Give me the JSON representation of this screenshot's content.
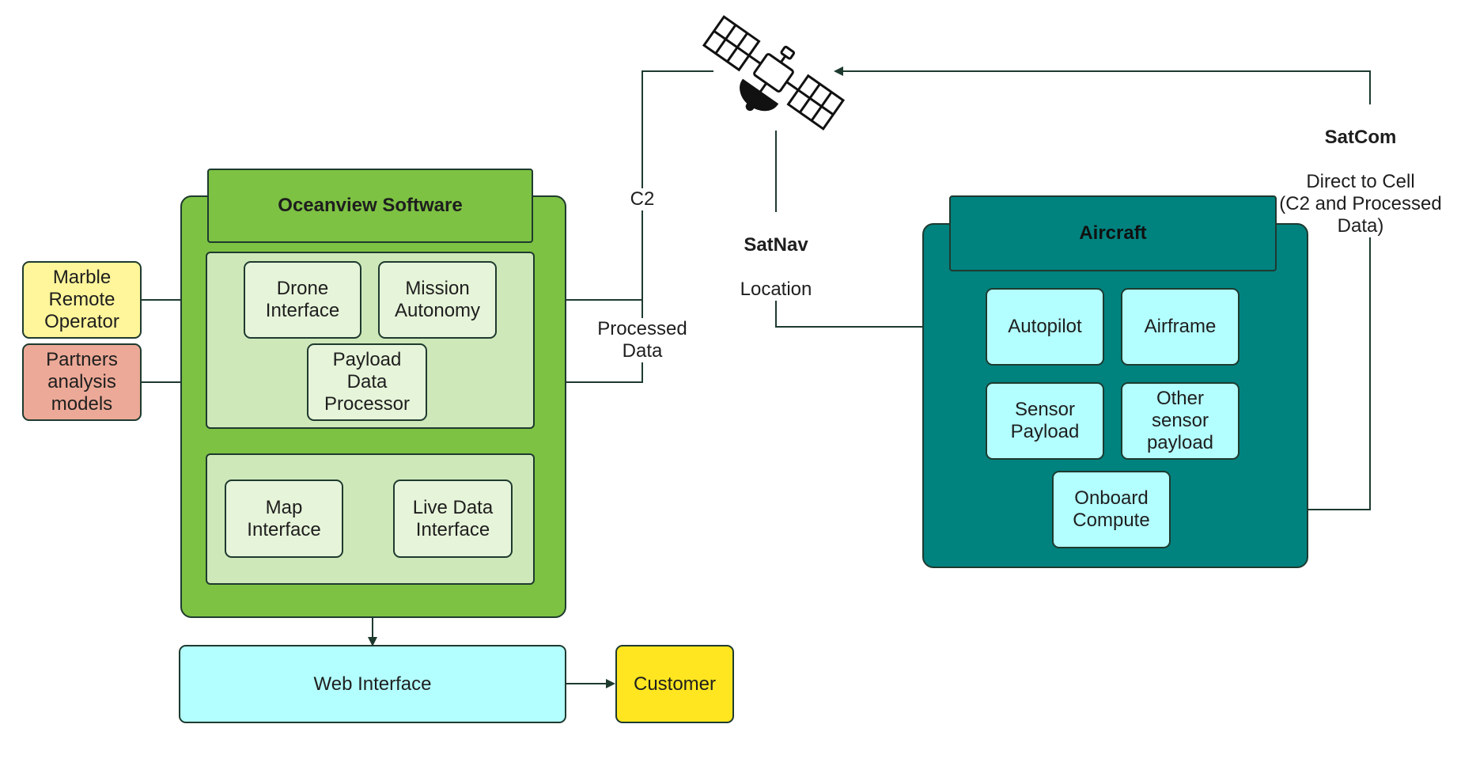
{
  "software": {
    "title": "Oceanview Software",
    "drone_interface": "Drone\nInterface",
    "mission_autonomy": "Mission\nAutonomy",
    "payload_processor": "Payload\nData\nProcessor",
    "map_interface": "Map\nInterface",
    "live_data_interface": "Live Data\nInterface"
  },
  "inputs": {
    "operator": "Marble\nRemote\nOperator",
    "partners": "Partners\nanalysis\nmodels"
  },
  "web_interface": "Web Interface",
  "customer": "Customer",
  "links": {
    "c2": "C2",
    "processed_data": "Processed\nData",
    "satnav_title": "SatNav",
    "satnav_sub": "Location",
    "satcom_title": "SatCom",
    "satcom_sub": "Direct to Cell\n(C2 and Processed Data)"
  },
  "aircraft": {
    "title": "Aircraft",
    "autopilot": "Autopilot",
    "airframe": "Airframe",
    "sensor_payload": "Sensor\nPayload",
    "other_sensor": "Other\nsensor\npayload",
    "onboard_compute": "Onboard\nCompute"
  },
  "icons": {
    "satellite": "satellite-icon"
  },
  "colors": {
    "software_green": "#7dc243",
    "light_green": "#cfe8b9",
    "pale_green": "#e6f4d9",
    "teal": "#00827f",
    "cyan": "#b3ffff",
    "yellow_light": "#fff59a",
    "salmon": "#eca997",
    "customer_yellow": "#ffe620",
    "line": "#1e3a2f"
  }
}
